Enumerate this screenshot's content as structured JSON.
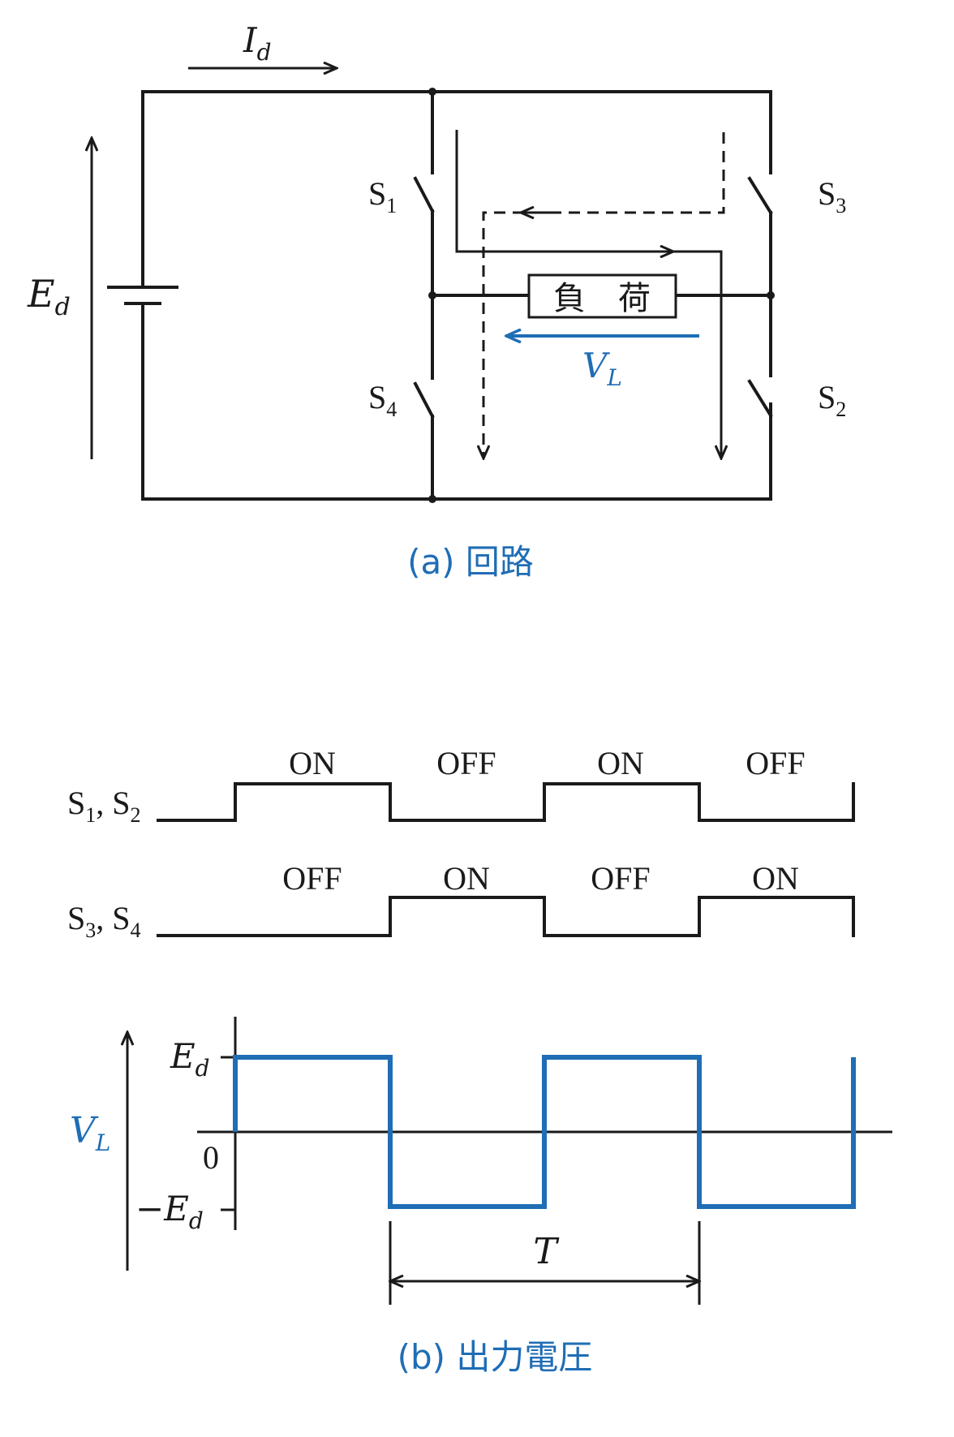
{
  "circuit": {
    "current_label": "I",
    "current_sub": "d",
    "source_label": "E",
    "source_sub": "d",
    "s1": "S",
    "s1_sub": "1",
    "s2": "S",
    "s2_sub": "2",
    "s3": "S",
    "s3_sub": "3",
    "s4": "S",
    "s4_sub": "4",
    "load": "負　荷",
    "vl_label": "V",
    "vl_sub": "L",
    "caption": "(a) 回路"
  },
  "timing": {
    "row1_label_a": "S",
    "row1_sub_a": "1",
    "row1_sep": ", ",
    "row1_label_b": "S",
    "row1_sub_b": "2",
    "row2_label_a": "S",
    "row2_sub_a": "3",
    "row2_sep": ", ",
    "row2_label_b": "S",
    "row2_sub_b": "4",
    "row1_states": [
      "ON",
      "OFF",
      "ON",
      "OFF"
    ],
    "row2_states": [
      "OFF",
      "ON",
      "OFF",
      "ON"
    ]
  },
  "voltage": {
    "axis_label": "V",
    "axis_sub": "L",
    "top_label": "E",
    "top_sub": "d",
    "zero_label": "0",
    "bottom_prefix": "−",
    "bottom_label": "E",
    "bottom_sub": "d",
    "period_label": "T",
    "caption": "(b) 出力電圧",
    "levels": [
      1,
      -1,
      1,
      -1
    ],
    "line_color": "#1f6db5"
  }
}
